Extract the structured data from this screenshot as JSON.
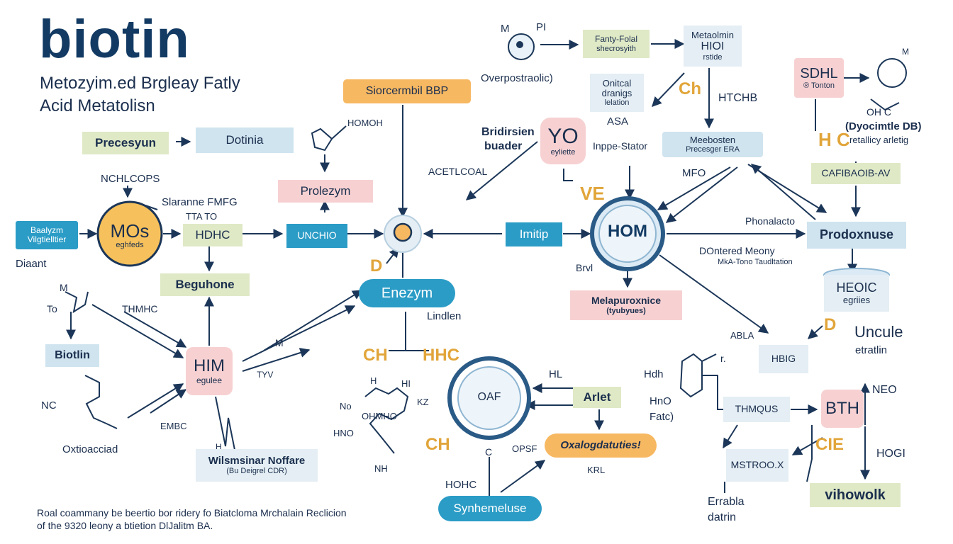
{
  "title": "biotin",
  "subtitle_line1": "Metozyim.ed Brgleay Fatly",
  "subtitle_line2": "Acid Metatolisn",
  "footer_line1": "Roal coammany be beertio bor ridery fo Biatcloma Mrchalain Reclicion",
  "footer_line2": "of the 9320 leony a btietion DlJalitm BA.",
  "colors": {
    "navy": "#123a63",
    "teal": "#2b9cc6",
    "green": "#dfe9c6",
    "blue": "#cfe4ef",
    "pink": "#f7d1d2",
    "orange": "#f7b862",
    "gold": "#e1a53a"
  },
  "boxes": {
    "sorcermbil": "Siorcermbil BBP",
    "fatty_main": "Fanty-Folal",
    "fatty_sub": "shecrosyith",
    "metabolim_main": "Metaolmin",
    "metabolim_mid": "HIOI",
    "metabolim_sub": "rstide",
    "sdhl_main": "SDHL",
    "sdhl_sub": "® Tonton",
    "precesyun": "Precesyun",
    "dotinia": "Dotinia",
    "onitical_1": "Onitcal",
    "onitical_2": "dranigs",
    "onitical_3": "lelation",
    "yo_main": "YO",
    "yo_sub": "eyliette",
    "meebosten_main": "Meebosten",
    "meebosten_sub": "Precesger ERA",
    "cambaoib": "CAFIBAOIB-AV",
    "prolezym": "Prolezym",
    "baalyzm_1": "Baalyzm",
    "baalyzm_2": "Vilgtielltier",
    "mos_main": "MOs",
    "mos_sub": "eghfeds",
    "hdhc": "HDHC",
    "unchio": "UNCHIO",
    "imitip": "Imitip",
    "hom_main": "HOM",
    "prodoxnuse": "Prodoxnuse",
    "beguhone": "Beguhone",
    "enezym": "Enezym",
    "melapuroxnice_main": "Melapuroxnice",
    "melapuroxnice_sub": "(tyubyues)",
    "heoic_main": "HEOIC",
    "heoic_sub": "egriies",
    "biotlin": "Biotlin",
    "him_main": "HIM",
    "him_sub": "egulee",
    "hbig": "HBIG",
    "oaf": "OAF",
    "arlet": "Arlet",
    "oxalog": "Oxalogdatuties!",
    "wilsmsinar_1": "Wilsmsinar Noffare",
    "wilsmsinar_2": "(Bu Deigrel CDR)",
    "synthemeluse": "Synhemeluse",
    "thmqus": "THMQUS",
    "bth": "BTH",
    "mstroox": "MSTROO.X",
    "vihowolk": "vihowolk"
  },
  "labels": {
    "m_top": "M",
    "pi_top": "PI",
    "overpostraolic": "Overpostraolic)",
    "asa": "ASA",
    "ch_gold_top": "Ch",
    "htchb": "HTCHB",
    "m_right": "M",
    "oh_c": "OH C",
    "dyocimtle": "(Dyocimtle DB)",
    "retailicy": "retallicy arletig",
    "hc_gold": "H C",
    "bridirsien": "Bridirsien",
    "buader": "buader",
    "inppe": "Inppe-Stator",
    "acetlcoal": "ACETLCOAL",
    "ve_gold": "VE",
    "mfo": "MFO",
    "homohi": "HOMOH",
    "nchlcops": "NCHLCOPS",
    "slaranne": "Slaranne FMFG",
    "ttato": "TTA TO",
    "diaant": "Diaant",
    "phonalacto": "Phonalacto",
    "dontered": "DOntered Meony",
    "mktono": "MkA-Tono Taudltation",
    "brvl": "Brvl",
    "d_gold_mid": "D",
    "m_left": "M",
    "to_left": "To",
    "thmhc": "THMHC",
    "lindlen": "Lindlen",
    "abla": "ABLA",
    "d_gold_right": "D",
    "unclue": "Uncule",
    "etratlin": "etratlin",
    "m_mid": "M",
    "tyv": "TYV",
    "ch_gold_mid": "CH",
    "hhc_gold": "HHC",
    "h_struct": "H",
    "hl_struct": "HI",
    "kz": "KZ",
    "no_struct": "No",
    "ohmho": "OHMHO",
    "hno_struct": "HNO",
    "nh_struct": "NH",
    "ch_gold_low": "CH",
    "hl_right": "HL",
    "hdh": "Hdh",
    "r_small": "r.",
    "hno_right": "HnO",
    "fatc": "Fatc)",
    "neo": "NEO",
    "nc": "NC",
    "embc": "EMBC",
    "oxtoacciad": "Oxtioacciad",
    "h_small": "H",
    "opsf": "OPSF",
    "krl": "KRL",
    "hohc": "HOHC",
    "c_small": "C",
    "cie_gold": "CIE",
    "hogi": "HOGI",
    "errabla": "Errabla",
    "datrin": "datrin"
  }
}
